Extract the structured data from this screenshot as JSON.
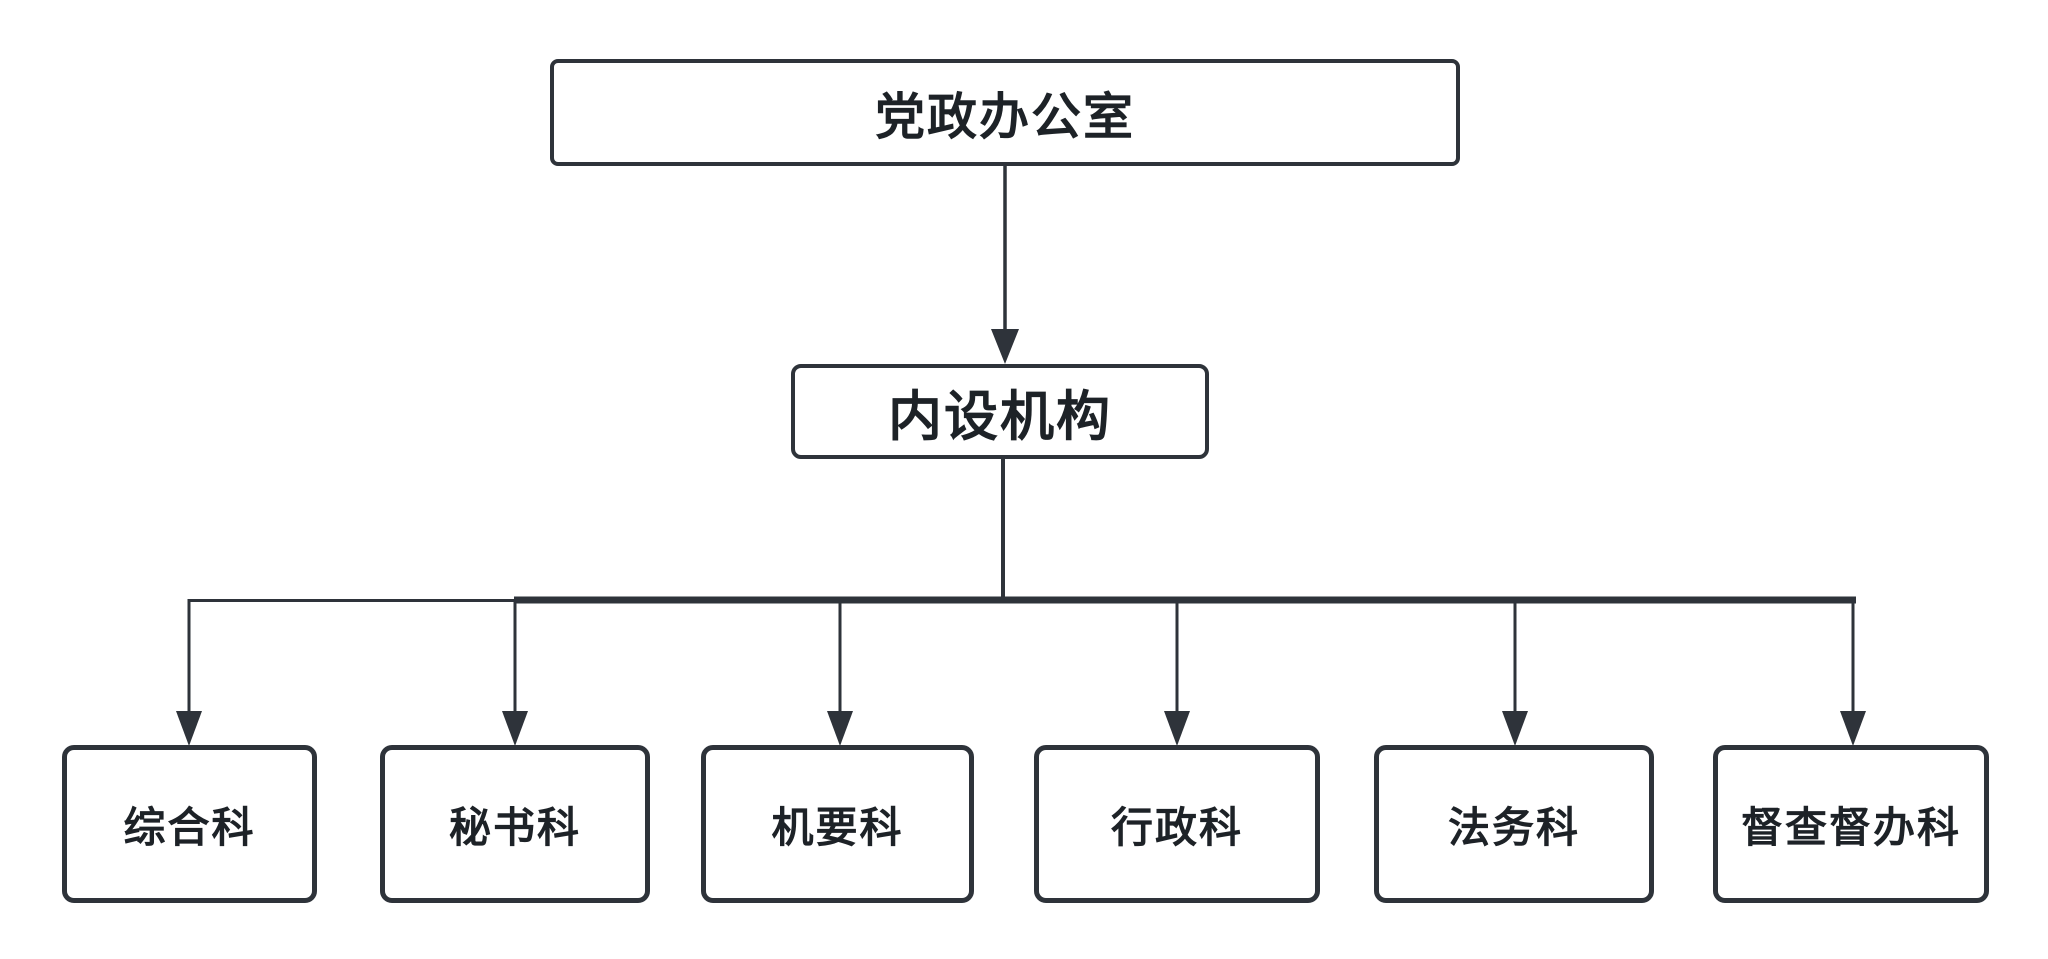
{
  "diagram": {
    "root": {
      "label": "党政办公室"
    },
    "level2": {
      "label": "内设机构"
    },
    "departments": [
      {
        "label": "综合科"
      },
      {
        "label": "秘书科"
      },
      {
        "label": "机要科"
      },
      {
        "label": "行政科"
      },
      {
        "label": "法务科"
      },
      {
        "label": "督查督办科"
      }
    ]
  },
  "colors": {
    "stroke": "#2e333a",
    "text": "#1d2227",
    "background": "#ffffff"
  }
}
